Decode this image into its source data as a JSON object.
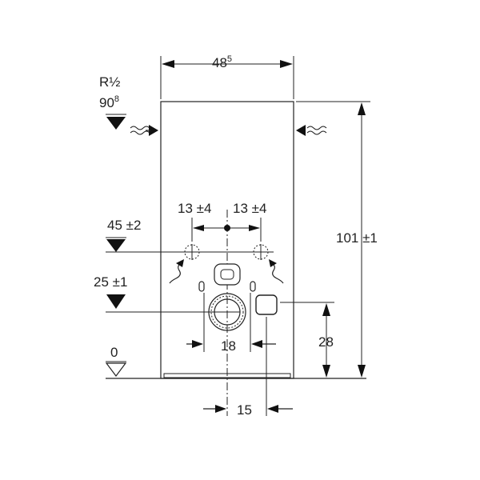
{
  "dimensions": {
    "width_main": "48",
    "width_sup": "5",
    "pipe_label": "R½",
    "pipe_height_main": "90",
    "pipe_height_sup": "8",
    "level_45": "45 ±2",
    "level_25": "25 ±1",
    "level_0": "0",
    "offset_left": "13 ±4",
    "offset_right": "13 ±4",
    "height_total": "101 ±1",
    "height_28": "28",
    "width_18": "18",
    "width_15": "15"
  },
  "colors": {
    "line": "#222222",
    "fill": "#111111",
    "background": "#ffffff"
  },
  "icons": [
    "water-supply-icon",
    "level-triangle-icon",
    "dimension-arrow-icon"
  ]
}
